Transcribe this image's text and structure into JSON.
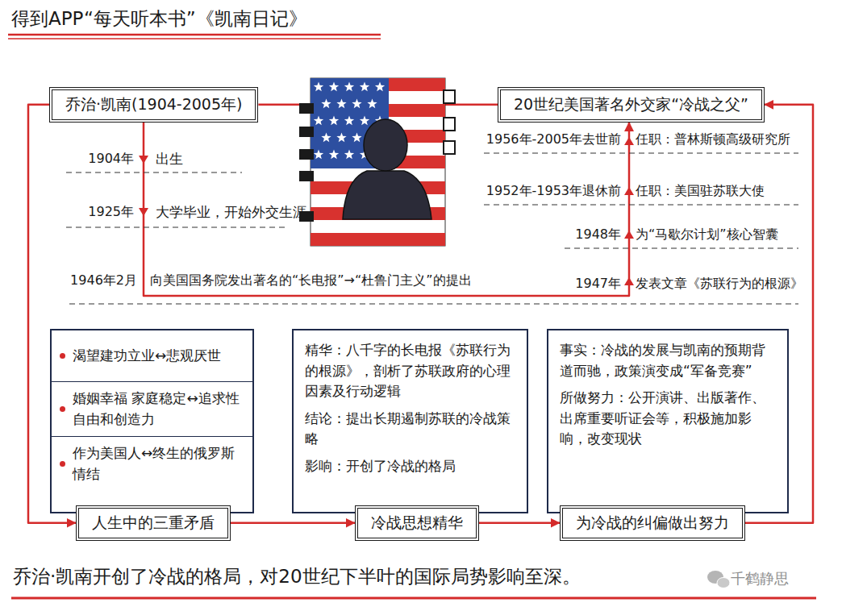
{
  "diagram": {
    "title": "得到APP“每天听本书”《凯南日记》",
    "caption": "乔治·凯南开创了冷战的格局，对20世纪下半叶的国际局势影响至深。",
    "nodes": [
      {
        "text": [
          "乔治·凯南(1904-2005年)"
        ]
      },
      {
        "text": [
          "20世纪美国著名外交家“冷战之父”"
        ]
      },
      {
        "text": [
          "渴望建功立业↔悲观厌世",
          "婚姻幸福 家庭稳定↔追求性自由和创造力",
          "作为美国人↔终生的俄罗斯情结"
        ]
      },
      {
        "text": [
          "人生中的三重矛盾"
        ]
      },
      {
        "text": [
          "精华：八千字的长电报《苏联行为的根源》，剖析了苏联政府的心理因素及行动逻辑",
          "结论：提出长期遏制苏联的冷战策略",
          "影响：开创了冷战的格局"
        ]
      },
      {
        "text": [
          "冷战思想精华"
        ]
      },
      {
        "text": [
          "事实：冷战的发展与凯南的预期背道而驰，政策演变成“军备竞赛”",
          "所做努力：公开演讲、出版著作、出席重要听证会等，积极施加影响，改变现状"
        ]
      },
      {
        "text": [
          "为冷战的纠偏做出努力"
        ]
      }
    ],
    "edges": [
      {
        "from": 0,
        "to": 1,
        "arrow": "none"
      },
      {
        "from": 0,
        "to": 1,
        "arrow": "to"
      },
      {
        "from": 0,
        "to": 3,
        "arrow": "to"
      },
      {
        "from": 3,
        "to": 5,
        "arrow": "to"
      },
      {
        "from": 5,
        "to": 7,
        "arrow": "to"
      },
      {
        "from": 7,
        "to": 1,
        "arrow": "to"
      }
    ],
    "labels": [
      "1904年",
      "出生",
      "1925年",
      "大学毕业，开始外交生涯",
      "1946年2月",
      "向美国国务院发出著名的“长电报”→“杜鲁门主义”的提出",
      "1956年-2005年去世前",
      "任职：普林斯顿高级研究所",
      "1952年-1953年退休前",
      "任职：美国驻苏联大使",
      "1948年",
      "为“马歇尔计划”核心智囊",
      "1947年",
      "发表文章《苏联行为的根源》",
      "千鹤静思"
    ]
  }
}
